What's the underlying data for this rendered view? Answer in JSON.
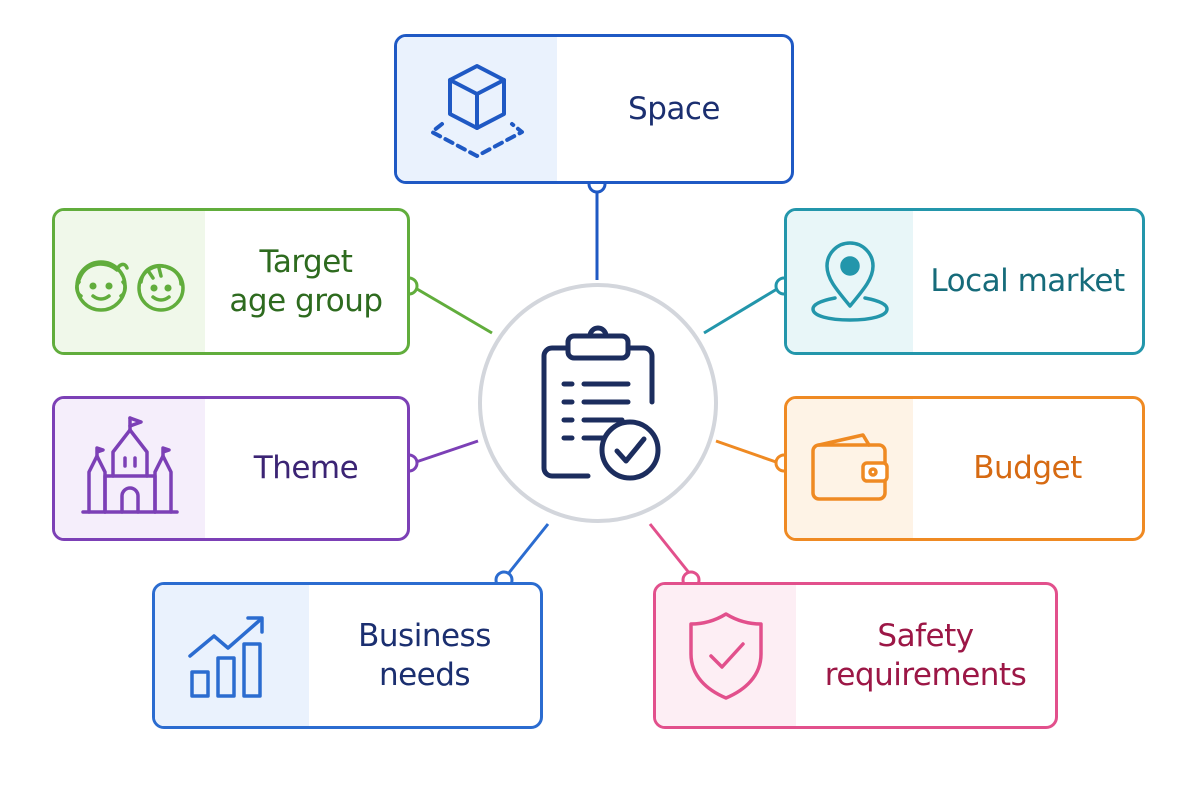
{
  "hub": {
    "icon": "clipboard-check-icon",
    "color": "#1c2d5e",
    "check_color": "#1c2d5e"
  },
  "nodes": [
    {
      "id": "space",
      "lines": [
        "Space"
      ],
      "icon": "cube-icon",
      "color": "#1f59c4",
      "tint": "#eaf2fd",
      "text_color": "#1b2f70"
    },
    {
      "id": "target",
      "lines": [
        "Target",
        "age group"
      ],
      "icon": "children-faces-icon",
      "color": "#61ad3c",
      "tint": "#f0f8ea",
      "text_color": "#2e6b1f"
    },
    {
      "id": "local",
      "lines": [
        "Local market"
      ],
      "icon": "location-pin-icon",
      "color": "#2396ab",
      "tint": "#e8f6f8",
      "text_color": "#166b7a"
    },
    {
      "id": "theme",
      "lines": [
        "Theme"
      ],
      "icon": "castle-icon",
      "color": "#7c40b6",
      "tint": "#f5eefb",
      "text_color": "#3b2474"
    },
    {
      "id": "budget",
      "lines": [
        "Budget"
      ],
      "icon": "wallet-icon",
      "color": "#ef8a23",
      "tint": "#fef3e6",
      "text_color": "#d66a12"
    },
    {
      "id": "business",
      "lines": [
        "Business",
        "needs"
      ],
      "icon": "growth-chart-icon",
      "color": "#2b6cd0",
      "tint": "#eaf2fd",
      "text_color": "#1b2f70"
    },
    {
      "id": "safety",
      "lines": [
        "Safety",
        "requirements"
      ],
      "icon": "shield-check-icon",
      "color": "#e2508c",
      "tint": "#fdeef4",
      "text_color": "#9c1746"
    }
  ]
}
